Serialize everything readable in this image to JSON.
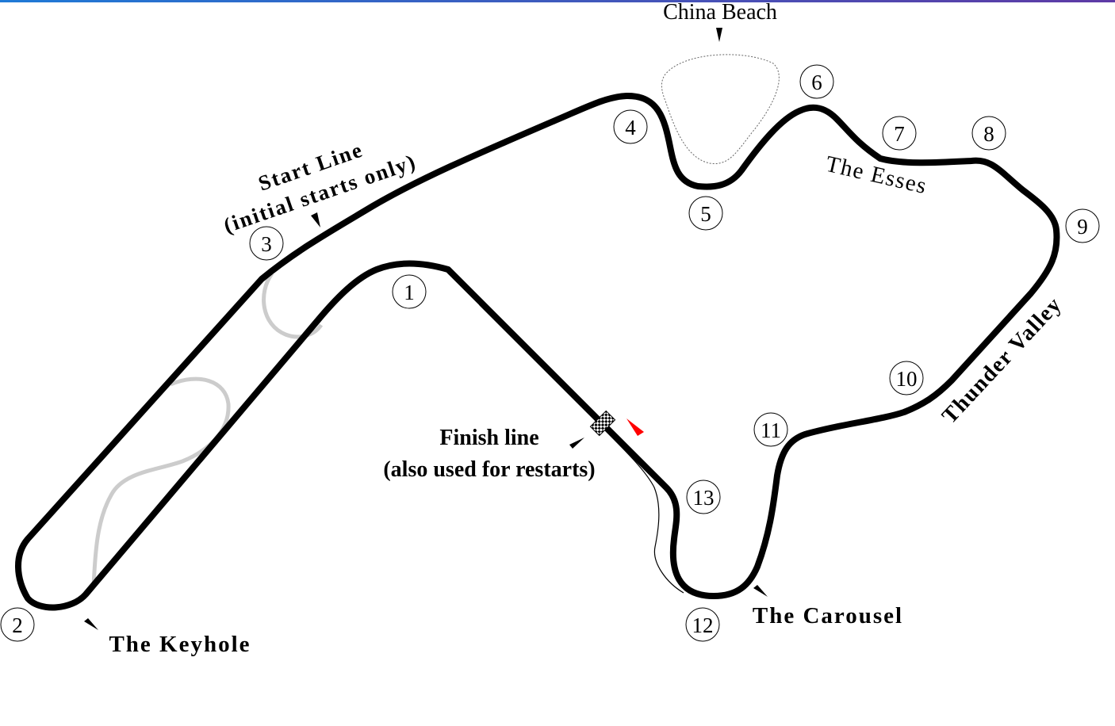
{
  "colors": {
    "track": "#000000",
    "runoff": "#cccccc",
    "pit_lane": "#000000",
    "china_beach_outline": "#666666",
    "start_marker": "#ff0000",
    "top_bar_left": "#1f7ad6",
    "top_bar_right": "#5e3aa5"
  },
  "labels": {
    "china_beach": "China Beach",
    "start_line": "Start Line",
    "start_line_note": "(initial starts only)",
    "the_esses": "The Esses",
    "thunder_valley": "Thunder Valley",
    "finish_line": "Finish line",
    "finish_line_note": "(also used for restarts)",
    "the_keyhole": "The Keyhole",
    "the_carousel": "The Carousel"
  },
  "turns": [
    "1",
    "2",
    "3",
    "4",
    "5",
    "6",
    "7",
    "8",
    "9",
    "10",
    "11",
    "12",
    "13"
  ],
  "icons": {
    "finish_flag": "checkered-flag-icon",
    "start_arrow": "red-triangle-icon"
  }
}
